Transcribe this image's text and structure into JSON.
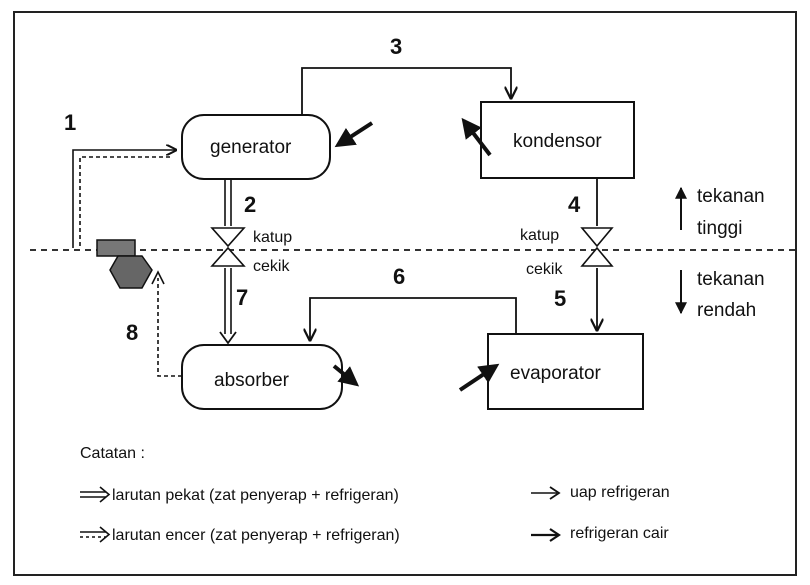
{
  "components": {
    "generator": "generator",
    "kondensor": "kondensor",
    "absorber": "absorber",
    "evaporator": "evaporator"
  },
  "flow_numbers": [
    "1",
    "2",
    "3",
    "4",
    "5",
    "6",
    "7",
    "8"
  ],
  "valves": {
    "left": {
      "line1": "katup",
      "line2": "cekik"
    },
    "right": {
      "line1": "katup",
      "line2": "cekik"
    }
  },
  "pressure": {
    "high": {
      "line1": "tekanan",
      "line2": "tinggi"
    },
    "low": {
      "line1": "tekanan",
      "line2": "rendah"
    }
  },
  "notes": {
    "title": "Catatan :",
    "strong_solution": "larutan pekat (zat penyerap + refrigeran)",
    "weak_solution": "larutan encer (zat penyerap + refrigeran)",
    "refrigerant_vapor": "uap refrigeran",
    "liquid_refrigerant": "refrigeran cair"
  }
}
